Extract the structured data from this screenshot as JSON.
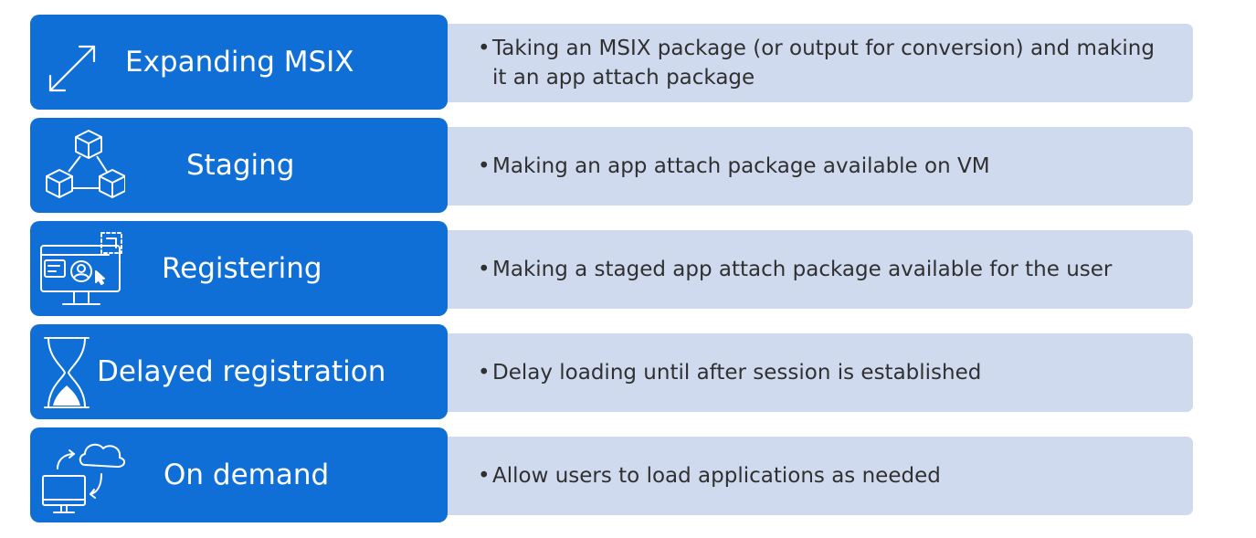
{
  "steps": [
    {
      "icon": "expand-arrows-icon",
      "title": "Expanding MSIX",
      "description": "Taking an MSIX package (or output for conversion) and making it an app attach package"
    },
    {
      "icon": "cubes-stack-icon",
      "title": "Staging",
      "description": "Making an app attach package available on VM"
    },
    {
      "icon": "monitor-user-icon",
      "title": "Registering",
      "description": "Making a staged app attach package available for the user"
    },
    {
      "icon": "hourglass-icon",
      "title": "Delayed registration",
      "description": "Delay loading until after session is established"
    },
    {
      "icon": "cloud-sync-monitor-icon",
      "title": "On demand",
      "description": "Allow users to load applications as needed"
    }
  ],
  "bullet_char": "•",
  "colors": {
    "tile": "#0f6fd6",
    "description_box": "#d0daef",
    "description_text": "#303030",
    "tile_text": "#ffffff"
  }
}
